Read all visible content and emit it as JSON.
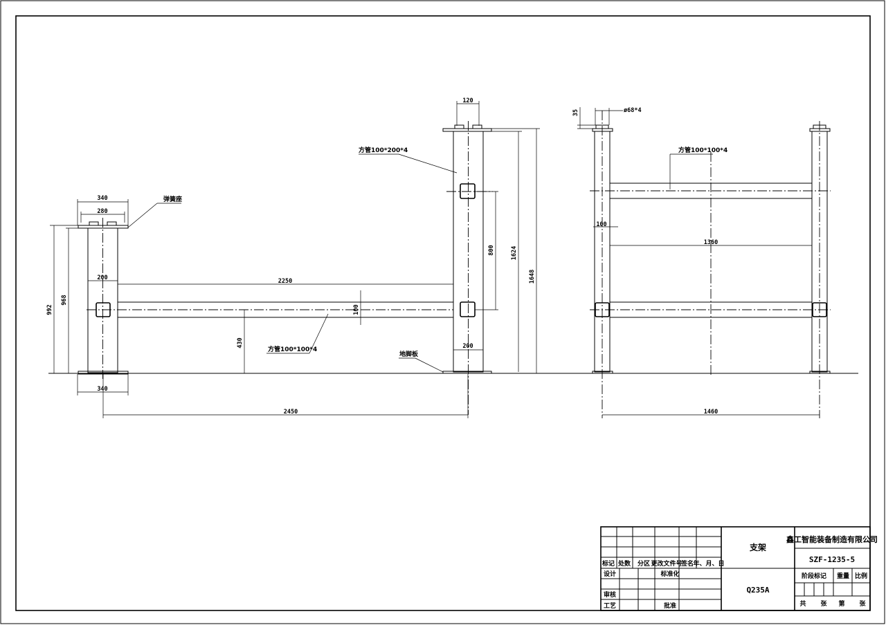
{
  "drawing": {
    "dimensions": {
      "left_top_340": "340",
      "left_top_280": "280",
      "left_bottom_340": "340",
      "left_width_200": "200",
      "overall_992": "992",
      "height_968": "968",
      "span_2250": "2250",
      "beam_100": "100",
      "height_430": "430",
      "span_2450": "2450",
      "plate_120": "120",
      "spacing_800": "800",
      "height_1624": "1624",
      "height_1648": "1648",
      "post_200": "200",
      "side_35": "35",
      "side_bolt": "ø68*4",
      "side_100": "100",
      "side_1360": "1360",
      "side_1460": "1460"
    },
    "labels": {
      "spring_seat": "弹簧座",
      "tube_100x200": "方管100*200*4",
      "tube_100x100_front": "方管100*100*4",
      "foot_plate": "地脚板",
      "tube_100x100_side": "方管100*100*4"
    }
  },
  "title_block": {
    "part_name": "支架",
    "material": "Q235A",
    "company": "鑫工智能装备制造有限公司",
    "drawing_number": "SZF-1235-5",
    "headers": {
      "mark": "标记",
      "count": "处数",
      "zone": "分区",
      "change_doc": "更改文件号",
      "signature": "签名",
      "date": "年、月、日"
    },
    "design": "设计",
    "standardize": "标准化",
    "review": "审核",
    "process": "工艺",
    "approve": "批准",
    "stage_mark": "阶段标记",
    "weight": "重量",
    "scale": "比例",
    "total": "共",
    "sheets": "张",
    "sheet_no": "第",
    "sheet_unit": "张"
  }
}
